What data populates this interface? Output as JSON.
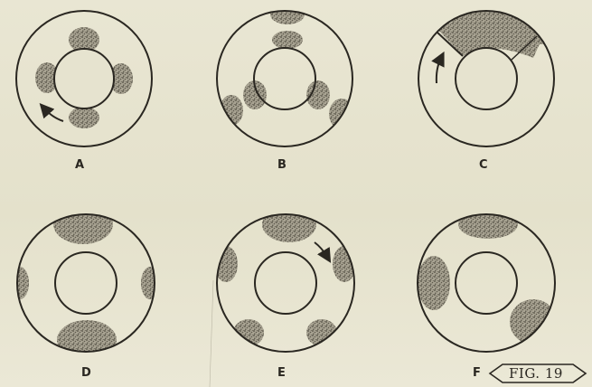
{
  "figure": {
    "panel_labels": {
      "a": "A",
      "b": "B",
      "c": "C",
      "d": "D",
      "e": "E",
      "f": "F"
    },
    "fig_tag": "FIG. 19"
  },
  "colors": {
    "background": "#e6e3cf",
    "ink": "#2a2721",
    "stipple": "#6b6659"
  }
}
